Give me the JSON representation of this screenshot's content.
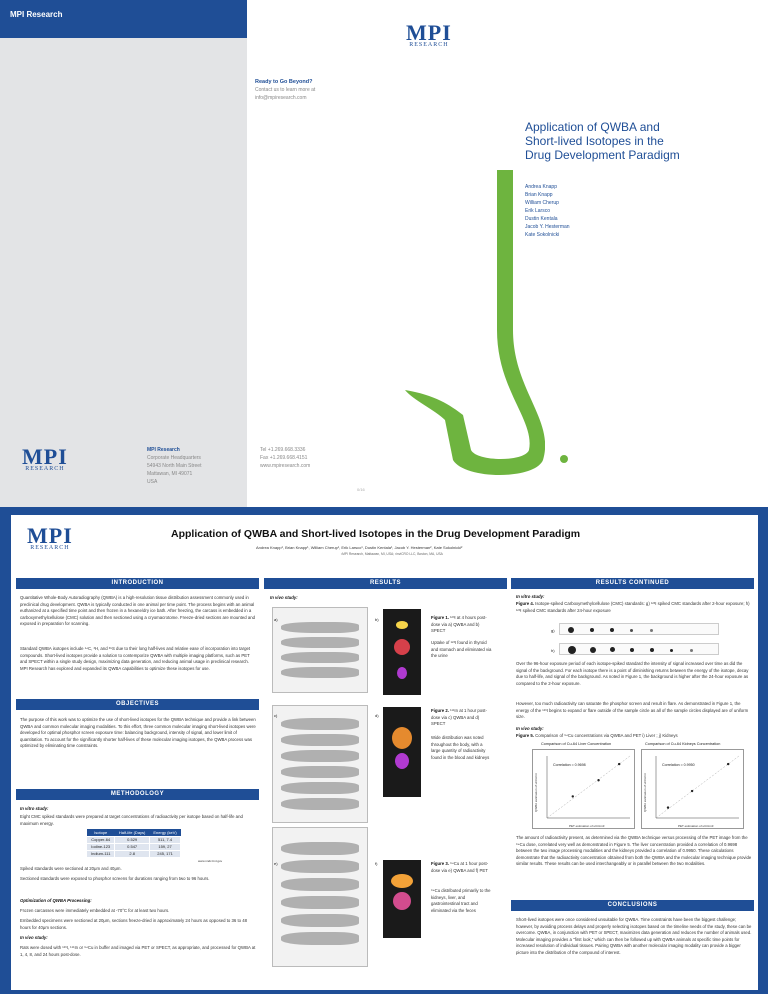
{
  "brochure": {
    "header_brand": "MPI Research",
    "logo_big": "MPI",
    "logo_small": "RESEARCH",
    "ready_title": "Ready to Go Beyond?",
    "ready_line1": "Contact us to learn more at",
    "ready_line2": "info@mpiresearch.com",
    "contact_name": "MPI Research",
    "contact_line1": "Corporate Headquarters",
    "contact_line2": "54943 North Main Street",
    "contact_line3": "Mattawan, MI 49071",
    "contact_line4": "USA",
    "tel": "Tel    +1.269.668.3336",
    "fax": "Fax   +1.269.668.4151",
    "web": "www.mpiresearch.com",
    "page_num": "0/16",
    "title_line1": "Application of QWBA and",
    "title_line2": "Short-lived Isotopes in the",
    "title_line3": "Drug Development Paradigm",
    "authors": [
      "Andrea Knapp",
      "Brian Knapp",
      "William Cherup",
      "Erik Larsco",
      "Dustin Kentala",
      "Jacob Y. Hesterman",
      "Kate Sokolnicki"
    ],
    "colors": {
      "blue": "#1f4e96",
      "green": "#6eb43f"
    }
  },
  "poster": {
    "title": "Application of QWBA and Short-lived Isotopes in the Drug Development Paradigm",
    "authors": "Andrea Knapp¹, Brian Knapp¹, William Cherup¹, Erik Larsco¹, Dustin Kentala¹, Jacob Y. Hesterman², Kate Sokolnicki²",
    "affiliation": "¹MPI Research, Mattawan, MI, USA; ²inviCRO LLC, Boston, MA, USA",
    "intro_head": "INTRODUCTION",
    "intro_p1": "Quantitative Whole-Body Autoradiography (QWBA) is a high-resolution tissue distribution assessment commonly used in preclinical drug development. QWBA is typically conducted in one animal per time point. The process begins with an animal euthanized at a specified time point and then frozen in a hexane/dry ice bath. After freezing, the carcass is embedded in a carboxymethylcellulose (CMC) solution and then sectioned using a cryomacrotome. Freeze-dried sections are mounted and exposed in preparation for scanning.",
    "intro_p2": "Standard QWBA isotopes include ¹⁴C, ³H, and ³⁵S due to their long half-lives and relative ease of incorporation into target compounds. Short-lived isotopes provide a solution to contemporize QWBA with multiple imaging platforms, such as PET and SPECT within a single study design, maximizing data generation, and reducing animal usage in preclinical research. MPI Research has explored and expanded its QWBA capabilities to optimize these isotopes for use.",
    "obj_head": "OBJECTIVES",
    "obj_p": "The purpose of this work was to optimize the use of short-lived isotopes for the QWBA technique and provide a link between QWBA and common molecular imaging modalities. To this effort, three common molecular imaging short-lived isotopes were developed for optimal phosphor screen exposure time: balancing background, intensity of signal, and lower limit of quantitation. To account for the significantly shorter half-lives of these molecular imaging isotopes, the QWBA process was optimized by eliminating time constraints.",
    "meth_head": "METHODOLOGY",
    "meth_sub1": "In vitro study:",
    "meth_b1": "Eight CMC spiked standards were prepared at target concentrations of radioactivity per isotope based on half-life and maximum energy.",
    "table": {
      "headers": [
        "Isotope",
        "Half-life (Days)",
        "Energy (keV)"
      ],
      "rows": [
        [
          "Copper-64",
          "0.529",
          "511, 7.4"
        ],
        [
          "Iodine-123",
          "0.547",
          "159, 27"
        ],
        [
          "Indium-111",
          "2.8",
          "245, 171"
        ]
      ],
      "note": "www.nndc.bnl.gov"
    },
    "meth_b2": "Spiked standards were sectioned at 20μm and 40μm.",
    "meth_b3": "Sectioned standards were exposed to phosphor screens for durations ranging from two to 96 hours.",
    "meth_sub2": "Optimization of QWBA Processing:",
    "meth_b4": "Frozen carcasses were immediately embedded at -70°C for at least two hours.",
    "meth_b5": "Embedded specimens were sectioned at 20μm, sections freeze-dried in approximately 24 hours as opposed to 36 to 48 hours for 40μm sections.",
    "meth_sub3": "In vivo study:",
    "meth_b6": "Rats were dosed with ¹²³I, ¹¹¹In or ⁶⁴Cu in buffer and imaged via PET or SPECT, as appropriate, and processed for QWBA at 1, 4, 8, and 24 hours post-dose.",
    "results_head": "RESULTS",
    "res_sub": "In vivo study:",
    "fig1_caption_title": "Figure 1.",
    "fig1_caption": "¹²³I at 4 hours post-dose via a) QWBA and b) SPECT",
    "fig1_note": "Uptake of ¹²³I found in thyroid and stomach and eliminated via the urine",
    "fig2_caption_title": "Figure 2.",
    "fig2_caption": "¹¹¹In at 1 hour post-dose via c) QWBA and d) SPECT",
    "fig2_note": "Wide distribution was noted throughout the body, with a large quantity of radioactivity found in the blood and kidneys",
    "fig3_caption_title": "Figure 3.",
    "fig3_caption": "⁶⁴Cu at 1 hour post-dose via e) QWBA and f) PET",
    "fig3_note": "⁶⁴Cu distributed primarily to the kidneys, liver, and gastrointestinal tract and eliminated via the feces",
    "panel_letters": [
      "a)",
      "b)",
      "c)",
      "d)",
      "e)",
      "f)"
    ],
    "rc_head": "RESULTS CONTINUED",
    "rc_sub1": "In vitro study:",
    "fig4_title": "Figure 4.",
    "fig4_caption": "Isotope-spiked Carboxymethylcellulose (CMC) standards: g) ¹²³I spiked CMC standards after 2-hour exposure; h) ¹²³I spiked CMC standards after 24-hour exposure",
    "strip_letters": [
      "g)",
      "h)"
    ],
    "rc_p1": "Over the 96-hour exposure period of each isotope-spiked standard the intensity of signal increased over time as did the signal of the background. For each isotope there is a point of diminishing returns between the energy of the isotope, decay due to half-life, and signal of the background. As noted in Figure 1, the background is higher after the 24-hour exposure as compared to the 2-hour exposure.",
    "rc_p2": "However, too much radioactivity can saturate the phosphor screen and result in flare. As demonstrated in Figure 1, the energy of the ¹²³I begins to expand or flare outside of the sample circle as all of the sample circles displayed are of uniform size.",
    "rc_sub2": "In vivo study:",
    "fig5_title": "Figure 5.",
    "fig5_caption": "Comparison of ⁶⁴Cu concentrations via QWBA and PET i) Liver ; j) Kidneys",
    "chart_data": [
      {
        "type": "scatter",
        "title": "Comparison of Cu-64 Liver Concentration",
        "xlabel": "PET estimation of uCi/cm3",
        "ylabel": "QWBA estimation of uCi/cm3",
        "annotation": "Correlation = 0.9698",
        "points": [
          [
            0.5,
            0.6
          ],
          [
            1.0,
            1.05
          ],
          [
            1.4,
            1.5
          ]
        ]
      },
      {
        "type": "scatter",
        "title": "Comparison of Cu-64 Kidneys Concentration",
        "xlabel": "PET estimation of uCi/cm3",
        "ylabel": "QWBA estimation of uCi/cm3",
        "annotation": "Correlation = 0.9950",
        "points": [
          [
            0.4,
            0.5
          ],
          [
            1.2,
            1.3
          ],
          [
            2.4,
            2.6
          ]
        ]
      }
    ],
    "rc_p3": "The amount of radioactivity present, as determined via the QWBA technique versus processing of the PET image from the ⁶⁴Cu dose, correlated very well as demonstrated in Figure 5. The liver concentration provided a correlation of 0.9698 between the two image processing modalities and the kidneys provided a correlation of 0.9950. These calculations demonstrate that the radioactivity concentration obtained from both the QWBA and the molecular imaging technique provide similar results. These results can be used interchangeably or in parallel between the two modalities.",
    "conc_head": "CONCLUSIONS",
    "conc_p": "Short-lived isotopes were once considered unsuitable for QWBA. Time constraints have been the biggest challenge; however, by avoiding process delays and properly selecting isotopes based on the timeline needs of the study, these can be overcome. QWBA, in conjunction with PET or SPECT, maximizes data generation and reduces the number of animals used. Molecular imaging provides a \"first look,\" which can then be followed up with QWBA animals at specific time points for increased resolution of individual tissues. Pairing QWBA with another molecular imaging modality can provide a bigger picture into the distribution of the compound of interest."
  }
}
